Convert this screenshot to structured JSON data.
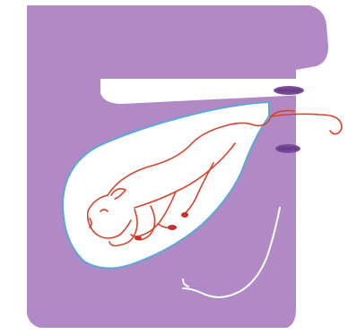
{
  "diagram": {
    "colors": {
      "background": "#ffffff",
      "body_fill": "#b089c5",
      "body_fill_dark": "#9f76b8",
      "uterus_fill": "#ffffff",
      "uterus_outline": "#5aa9d6",
      "calf_outline": "#d9432c",
      "hoof_fill": "#c9302c",
      "ovary_fill": "#7d4f9e",
      "ovary_stripe": "#5b3478",
      "udder_line": "#ffffff"
    },
    "parts": {
      "calf": {
        "head": "calf-head",
        "legs": "calf-legs",
        "tail": "calf-tail"
      }
    }
  }
}
